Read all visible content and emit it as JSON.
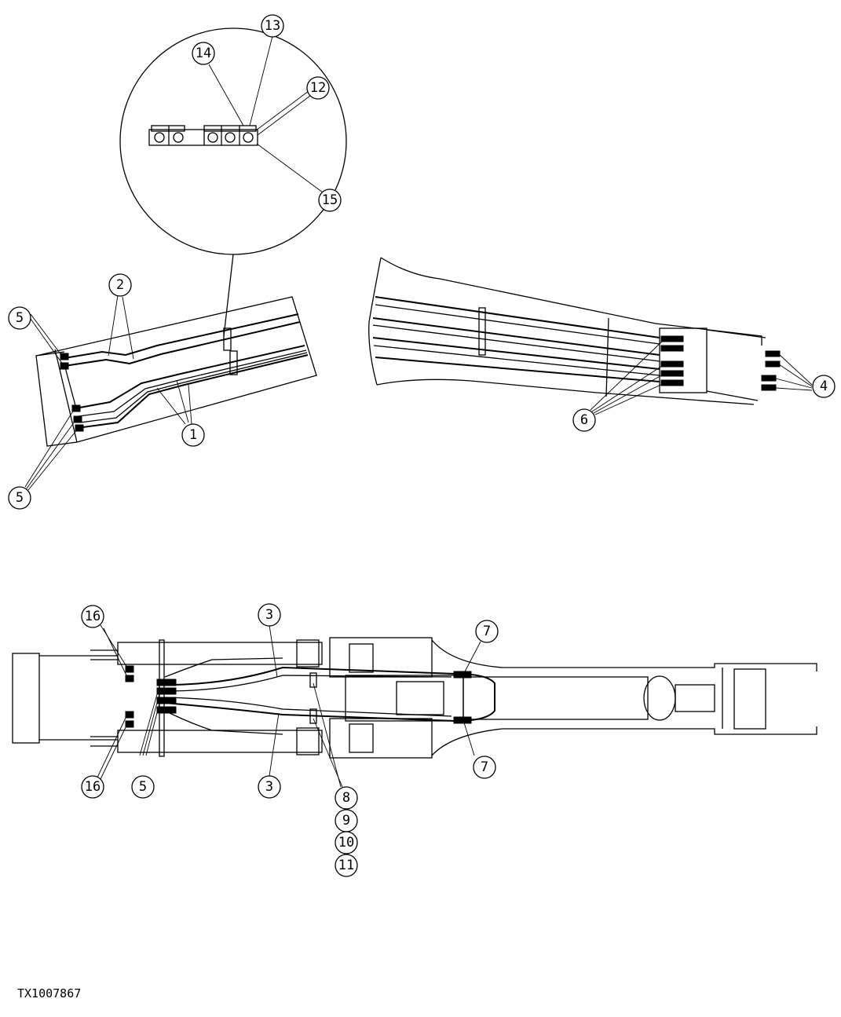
{
  "figure_code": "TX1007867",
  "callouts": {
    "c1": "1",
    "c2": "2",
    "c3a": "3",
    "c3b": "3",
    "c4": "4",
    "c5a": "5",
    "c5b": "5",
    "c5c": "5",
    "c6": "6",
    "c7a": "7",
    "c7b": "7",
    "c8": "8",
    "c9": "9",
    "c10": "10",
    "c11": "11",
    "c12": "12",
    "c13": "13",
    "c14": "14",
    "c15": "15",
    "c16a": "16",
    "c16b": "16"
  }
}
